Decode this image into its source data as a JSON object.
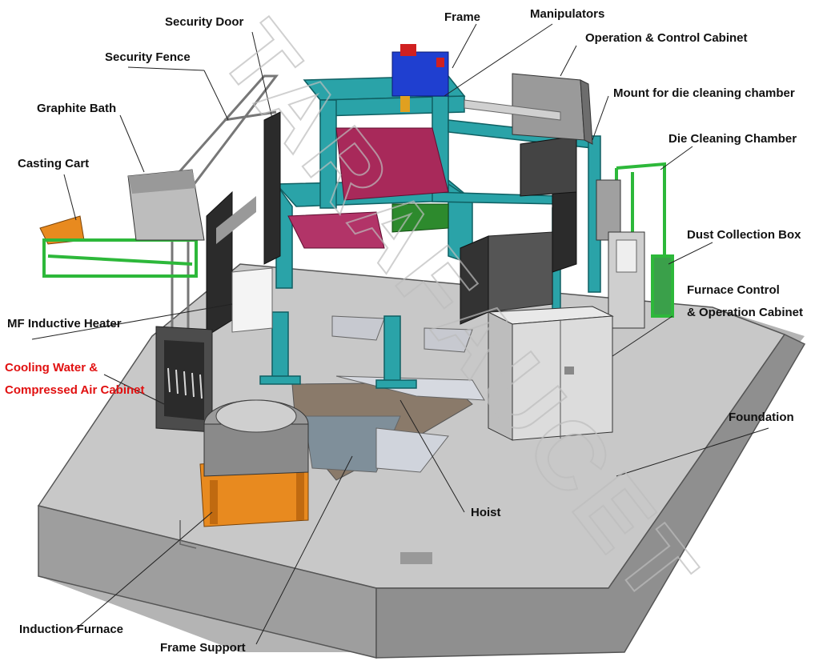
{
  "labels": {
    "security_door": "Security Door",
    "frame": "Frame",
    "manipulators": "Manipulators",
    "operation_control_cabinet": "Operation & Control Cabinet",
    "security_fence": "Security Fence",
    "mount_die_cleaning": "Mount for die cleaning chamber",
    "graphite_bath": "Graphite Bath",
    "die_cleaning_chamber": "Die Cleaning Chamber",
    "casting_cart": "Casting Cart",
    "dust_collection_box": "Dust Collection Box",
    "furnace_control_line1": "Furnace Control",
    "furnace_control_line2": "& Operation Cabinet",
    "mf_inductive_heater": "MF Inductive Heater",
    "cooling_water_line1": "Cooling Water &",
    "cooling_water_line2": "Compressed Air Cabinet",
    "foundation": "Foundation",
    "hoist": "Hoist",
    "induction_furnace": "Induction Furnace",
    "frame_support": "Frame Support"
  },
  "colors": {
    "frame_teal": "#2aa3a8",
    "manipulator_blue": "#1f3fd0",
    "furnace_orange": "#e88a1f",
    "chamber_green": "#2db83a",
    "cabinet_grey": "#b9b9b9",
    "foundation_grey": "#a9a9a9",
    "label_red": "#e11010"
  },
  "watermark": "TARAFAUCET"
}
